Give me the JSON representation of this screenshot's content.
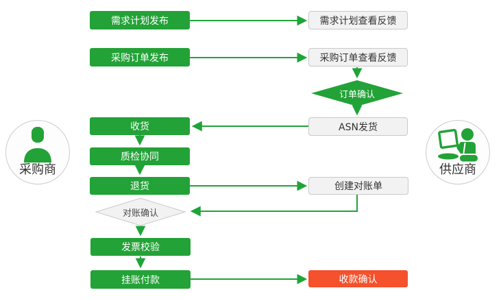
{
  "colors": {
    "green": "#23a237",
    "green_line": "#1ea437",
    "red": "#f4512c",
    "gray_fill": "#f2f2f2",
    "gray_border": "#c9c9c9",
    "text_dark": "#333333",
    "circle_fill": "#fdfdfd"
  },
  "actors": {
    "buyer": {
      "label": "采购商",
      "icon": "person-icon"
    },
    "supplier": {
      "label": "供应商",
      "icon": "person-laptop-icon"
    }
  },
  "nodes": {
    "demand_publish": {
      "label": "需求计划发布"
    },
    "demand_feedback": {
      "label": "需求计划查看反馈"
    },
    "po_publish": {
      "label": "采购订单发布"
    },
    "po_feedback": {
      "label": "采购订单查看反馈"
    },
    "order_confirm": {
      "label": "订单确认"
    },
    "receive": {
      "label": "收货"
    },
    "asn_ship": {
      "label": "ASN发货"
    },
    "quality_collab": {
      "label": "质检协同"
    },
    "return_goods": {
      "label": "退货"
    },
    "create_statement": {
      "label": "创建对账单"
    },
    "statement_confirm": {
      "label": "对账确认"
    },
    "invoice_check": {
      "label": "发票校验"
    },
    "pending_payment": {
      "label": "挂账付款"
    },
    "receipt_confirm": {
      "label": "收款确认"
    }
  }
}
